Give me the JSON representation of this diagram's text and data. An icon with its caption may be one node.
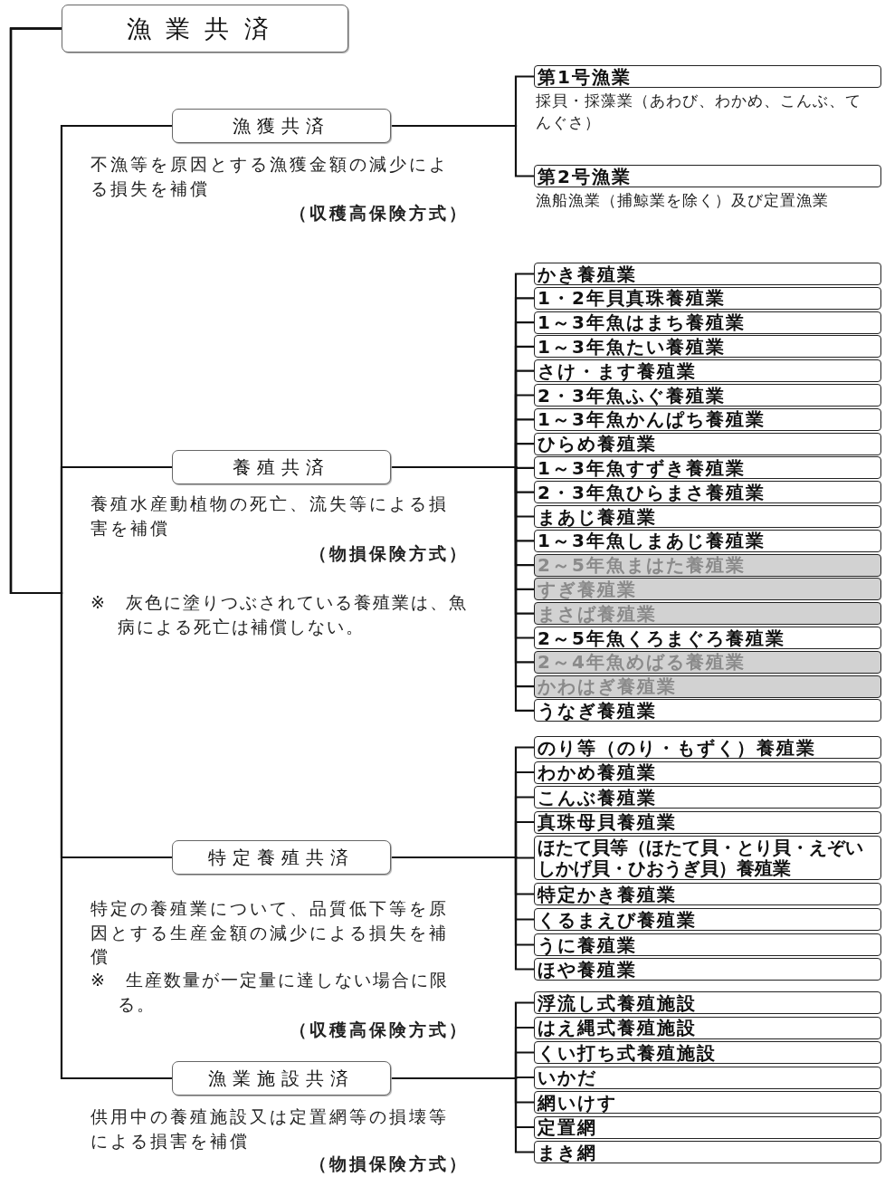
{
  "diagram": {
    "nodes": [
      {
        "text": [
          "漁業共済"
        ]
      },
      {
        "text": [
          "漁獲共済"
        ],
        "beside": [
          "不漁等を原因とする漁獲金額の減少による損失を補償",
          "（収穫高保険方式）"
        ]
      },
      {
        "text": [
          "第1号漁業"
        ],
        "beside": [
          "採貝・採藻業（あわび、わかめ、こんぶ、てんぐさ）"
        ]
      },
      {
        "text": [
          "第2号漁業"
        ],
        "beside": [
          "漁船漁業（捕鯨業を除く）及び定置漁業"
        ]
      },
      {
        "text": [
          "養殖共済"
        ],
        "beside": [
          "養殖水産動植物の死亡、流失等による損害を補償",
          "（物損保険方式）",
          "※　灰色に塗りつぶされている養殖業は、魚病による死亡は補償しない。"
        ]
      },
      {
        "text": [
          "かき養殖業"
        ]
      },
      {
        "text": [
          "1・2年貝真珠養殖業"
        ]
      },
      {
        "text": [
          "1～3年魚はまち養殖業"
        ]
      },
      {
        "text": [
          "1～3年魚たい養殖業"
        ]
      },
      {
        "text": [
          "さけ・ます養殖業"
        ]
      },
      {
        "text": [
          "2・3年魚ふぐ養殖業"
        ]
      },
      {
        "text": [
          "1～3年魚かんぱち養殖業"
        ]
      },
      {
        "text": [
          "ひらめ養殖業"
        ]
      },
      {
        "text": [
          "1～3年魚すずき養殖業"
        ]
      },
      {
        "text": [
          "2・3年魚ひらまさ養殖業"
        ]
      },
      {
        "text": [
          "まあじ養殖業"
        ]
      },
      {
        "text": [
          "1～3年魚しまあじ養殖業"
        ]
      },
      {
        "text": [
          "2～5年魚まはた養殖業"
        ]
      },
      {
        "text": [
          "すぎ養殖業"
        ]
      },
      {
        "text": [
          "まさば養殖業"
        ]
      },
      {
        "text": [
          "2～5年魚くろまぐろ養殖業"
        ]
      },
      {
        "text": [
          "2～4年魚めばる養殖業"
        ]
      },
      {
        "text": [
          "かわはぎ養殖業"
        ]
      },
      {
        "text": [
          "うなぎ養殖業"
        ]
      },
      {
        "text": [
          "特定養殖共済"
        ],
        "beside": [
          "特定の養殖業について、品質低下等を原因とする生産金額の減少による損失を補償",
          "※　生産数量が一定量に達しない場合に限る。",
          "（収穫高保険方式）"
        ]
      },
      {
        "text": [
          "のり等（のり・もずく）養殖業"
        ]
      },
      {
        "text": [
          "わかめ養殖業"
        ]
      },
      {
        "text": [
          "こんぶ養殖業"
        ]
      },
      {
        "text": [
          "真珠母貝養殖業"
        ]
      },
      {
        "text": [
          "ほたて貝等（ほたて貝・とり貝・えぞいしかげ貝・ひおうぎ貝）養殖業"
        ]
      },
      {
        "text": [
          "特定かき養殖業"
        ]
      },
      {
        "text": [
          "くるまえび養殖業"
        ]
      },
      {
        "text": [
          "うに養殖業"
        ]
      },
      {
        "text": [
          "ほや養殖業"
        ]
      },
      {
        "text": [
          "漁業施設共済"
        ],
        "beside": [
          "供用中の養殖施設又は定置網等の損壊等による損害を補償",
          "（物損保険方式）"
        ]
      },
      {
        "text": [
          "浮流し式養殖施設"
        ]
      },
      {
        "text": [
          "はえ縄式養殖施設"
        ]
      },
      {
        "text": [
          "くい打ち式養殖施設"
        ]
      },
      {
        "text": [
          "いかだ"
        ]
      },
      {
        "text": [
          "網いけす"
        ]
      },
      {
        "text": [
          "定置網"
        ]
      },
      {
        "text": [
          "まき網"
        ]
      }
    ],
    "edges": [
      {
        "from": 0,
        "to": 1,
        "arrow": "none"
      },
      {
        "from": 0,
        "to": 4,
        "arrow": "none"
      },
      {
        "from": 0,
        "to": 24,
        "arrow": "none"
      },
      {
        "from": 0,
        "to": 34,
        "arrow": "none"
      },
      {
        "from": 1,
        "to": 2,
        "arrow": "none"
      },
      {
        "from": 1,
        "to": 3,
        "arrow": "none"
      },
      {
        "from": 4,
        "to": 5,
        "arrow": "none"
      },
      {
        "from": 4,
        "to": 6,
        "arrow": "none"
      },
      {
        "from": 4,
        "to": 7,
        "arrow": "none"
      },
      {
        "from": 4,
        "to": 8,
        "arrow": "none"
      },
      {
        "from": 4,
        "to": 9,
        "arrow": "none"
      },
      {
        "from": 4,
        "to": 10,
        "arrow": "none"
      },
      {
        "from": 4,
        "to": 11,
        "arrow": "none"
      },
      {
        "from": 4,
        "to": 12,
        "arrow": "none"
      },
      {
        "from": 4,
        "to": 13,
        "arrow": "none"
      },
      {
        "from": 4,
        "to": 14,
        "arrow": "none"
      },
      {
        "from": 4,
        "to": 15,
        "arrow": "none"
      },
      {
        "from": 4,
        "to": 16,
        "arrow": "none"
      },
      {
        "from": 4,
        "to": 17,
        "arrow": "none"
      },
      {
        "from": 4,
        "to": 18,
        "arrow": "none"
      },
      {
        "from": 4,
        "to": 19,
        "arrow": "none"
      },
      {
        "from": 4,
        "to": 20,
        "arrow": "none"
      },
      {
        "from": 4,
        "to": 21,
        "arrow": "none"
      },
      {
        "from": 4,
        "to": 22,
        "arrow": "none"
      },
      {
        "from": 4,
        "to": 23,
        "arrow": "none"
      },
      {
        "from": 24,
        "to": 25,
        "arrow": "none"
      },
      {
        "from": 24,
        "to": 26,
        "arrow": "none"
      },
      {
        "from": 24,
        "to": 27,
        "arrow": "none"
      },
      {
        "from": 24,
        "to": 28,
        "arrow": "none"
      },
      {
        "from": 24,
        "to": 29,
        "arrow": "none"
      },
      {
        "from": 24,
        "to": 30,
        "arrow": "none"
      },
      {
        "from": 24,
        "to": 31,
        "arrow": "none"
      },
      {
        "from": 24,
        "to": 32,
        "arrow": "none"
      },
      {
        "from": 24,
        "to": 33,
        "arrow": "none"
      },
      {
        "from": 34,
        "to": 35,
        "arrow": "none"
      },
      {
        "from": 34,
        "to": 36,
        "arrow": "none"
      },
      {
        "from": 34,
        "to": 37,
        "arrow": "none"
      },
      {
        "from": 34,
        "to": 38,
        "arrow": "none"
      },
      {
        "from": 34,
        "to": 39,
        "arrow": "none"
      },
      {
        "from": 34,
        "to": 40,
        "arrow": "none"
      },
      {
        "from": 34,
        "to": 41,
        "arrow": "none"
      }
    ]
  }
}
